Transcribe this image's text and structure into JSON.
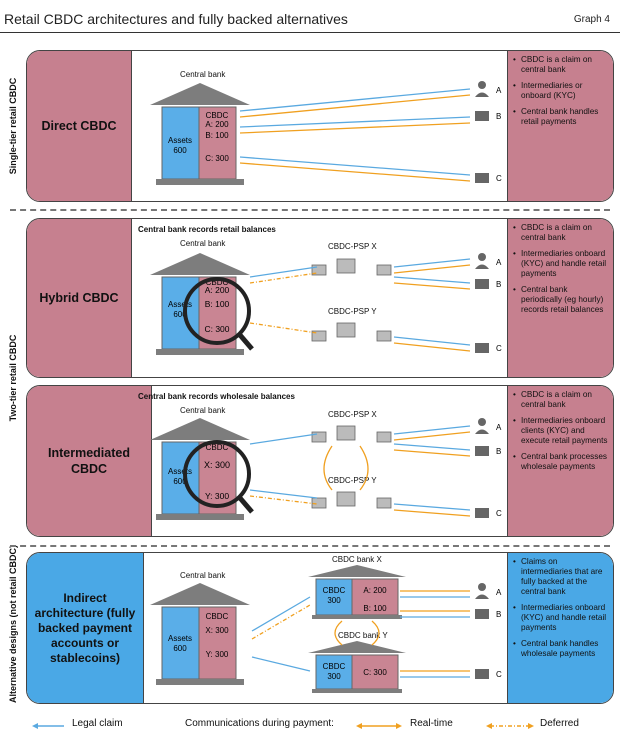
{
  "header": {
    "title": "Retail CBDC architectures and fully backed alternatives",
    "graph_no": "Graph 4"
  },
  "side_labels": {
    "single": "Single-tier retail CBDC",
    "two": "Two-tier retail CBDC",
    "alt": "Alternative designs (not retail CBDC)"
  },
  "common": {
    "central_bank": "Central bank",
    "assets": "Assets",
    "assets_value": "600",
    "cbdc": "CBDC",
    "user_a": "A",
    "user_b": "B",
    "user_c": "C"
  },
  "panels": [
    {
      "name": "Direct CBDC",
      "subtitle": "",
      "ledger": [
        "A: 200",
        "B: 100",
        "C: 300"
      ],
      "psp": [],
      "bullets": [
        "CBDC is a claim on central bank",
        "Intermediaries or onboard (KYC)",
        "Central bank handles retail payments"
      ],
      "color": "#c6808f"
    },
    {
      "name": "Hybrid CBDC",
      "subtitle": "Central bank records retail balances",
      "ledger": [
        "A: 200",
        "B: 100",
        "C: 300"
      ],
      "psp": [
        "CBDC-PSP X",
        "CBDC-PSP Y"
      ],
      "bullets": [
        "CBDC is a claim on central bank",
        "Intermediaries onboard (KYC) and handle retail payments",
        "Central bank periodically (eg hourly) records retail balances"
      ],
      "color": "#c6808f"
    },
    {
      "name": "Intermediated CBDC",
      "subtitle": "Central bank records wholesale balances",
      "ledger": [
        "X: 300",
        "Y: 300"
      ],
      "psp": [
        "CBDC-PSP X",
        "CBDC-PSP Y"
      ],
      "bullets": [
        "CBDC is a claim on central bank",
        "Intermediaries onboard clients (KYC) and execute retail payments",
        "Central bank processes wholesale payments"
      ],
      "color": "#c6808f"
    },
    {
      "name": "Indirect architecture (fully backed payment accounts or stablecoins)",
      "subtitle": "",
      "ledger": [
        "X: 300",
        "Y: 300"
      ],
      "banks": [
        {
          "name": "CBDC bank X",
          "cbdc": "CBDC",
          "cbdc_value": "300",
          "ledger": [
            "A: 200",
            "B: 100"
          ]
        },
        {
          "name": "CBDC bank Y",
          "cbdc": "CBDC",
          "cbdc_value": "300",
          "ledger": [
            "C: 300"
          ]
        }
      ],
      "bullets": [
        "Claims on intermediaries that are fully backed at the central bank",
        "Intermediaries onboard (KYC) and handle retail payments",
        "Central bank handles wholesale payments"
      ],
      "color": "#4aa8e6"
    }
  ],
  "legend": {
    "legal_claim": "Legal claim",
    "communications": "Communications during payment:",
    "realtime": "Real-time",
    "deferred": "Deferred"
  },
  "colors": {
    "pink": "#c6808f",
    "blue": "#4aa8e6",
    "claim_arrow": "#5aa9e0",
    "realtime_arrow": "#f0a020",
    "ledger_pink": "#c98593",
    "assets_blue": "#5aaee8"
  }
}
